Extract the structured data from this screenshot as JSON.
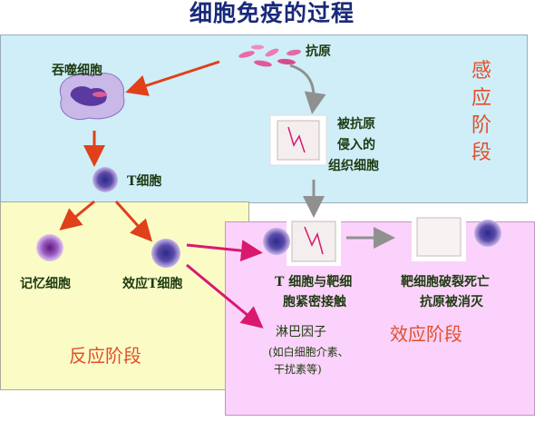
{
  "title": "细胞免疫的过程",
  "stages": {
    "sense": "感应阶段",
    "react": "反应阶段",
    "effect": "效应阶段"
  },
  "labels": {
    "antigen": "抗原",
    "phagocyte": "吞噬细胞",
    "invaded_line1": "被抗原",
    "invaded_line2": "侵入的",
    "invaded_line3": "组织细胞",
    "t_cell": "T细胞",
    "memory_cell": "记忆细胞",
    "effector_t_cell": "效应T细胞",
    "contact_line1": "T 细胞与靶细",
    "contact_line2": "胞紧密接触",
    "lysis_line1": "靶细胞破裂死亡",
    "lysis_line2": "抗原被消灭",
    "lymphokine": "淋巴因子",
    "lymphokine_note1": "(如白细胞介素、",
    "lymphokine_note2": "干扰素等)"
  },
  "colors": {
    "sense_bg": "#cfeef8",
    "react_bg": "#fbfbc6",
    "effect_bg": "#fbd2fb",
    "stage_text": "#e0502a",
    "arrow_red": "#e0401a",
    "arrow_magenta": "#d8196e",
    "arrow_gray": "#909090"
  }
}
